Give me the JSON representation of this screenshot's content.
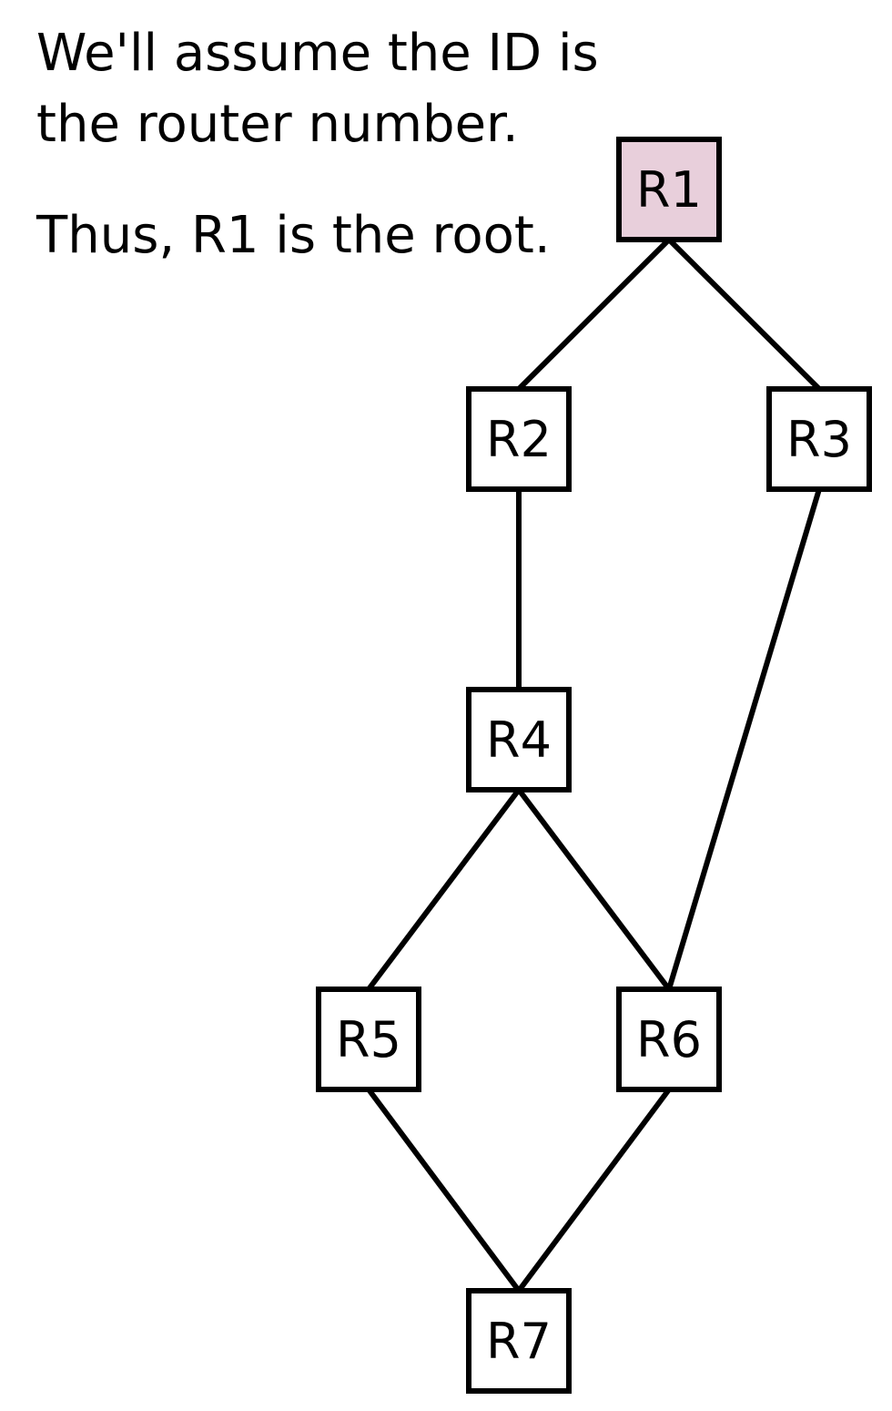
{
  "caption": {
    "line1": "We'll assume the ID is",
    "line2": "the router number.",
    "line3": "Thus, R1 is the root."
  },
  "colors": {
    "root_fill": "#e8cfdb",
    "node_fill": "#ffffff",
    "stroke": "#000000"
  },
  "nodes": [
    {
      "id": "R1",
      "label": "R1",
      "root": true
    },
    {
      "id": "R2",
      "label": "R2",
      "root": false
    },
    {
      "id": "R3",
      "label": "R3",
      "root": false
    },
    {
      "id": "R4",
      "label": "R4",
      "root": false
    },
    {
      "id": "R5",
      "label": "R5",
      "root": false
    },
    {
      "id": "R6",
      "label": "R6",
      "root": false
    },
    {
      "id": "R7",
      "label": "R7",
      "root": false
    }
  ],
  "edges": [
    [
      "R1",
      "R2"
    ],
    [
      "R1",
      "R3"
    ],
    [
      "R2",
      "R4"
    ],
    [
      "R3",
      "R6"
    ],
    [
      "R4",
      "R5"
    ],
    [
      "R4",
      "R6"
    ],
    [
      "R5",
      "R7"
    ],
    [
      "R6",
      "R7"
    ]
  ]
}
